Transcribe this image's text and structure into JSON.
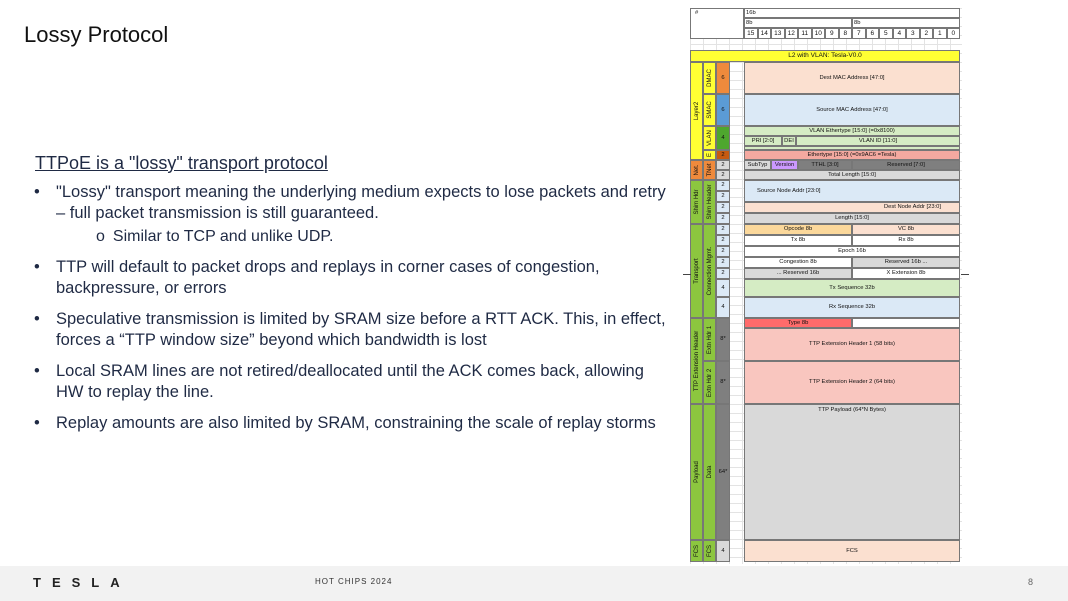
{
  "slide": {
    "title": "Lossy Protocol",
    "subtitle": "TTPoE is a \"lossy\" transport protocol",
    "bullets": [
      {
        "text": "\"Lossy\" transport meaning the underlying medium expects to lose packets and retry – full packet transmission is still guaranteed."
      },
      {
        "text": "TTP will default to packet drops and replays in corner cases of congestion, backpressure, or errors"
      },
      {
        "text": "Speculative transmission is limited by SRAM size before a RTT ACK. This, in effect, forces a “TTP window size” beyond which bandwidth is lost"
      },
      {
        "text": "Local SRAM lines are not retired/deallocated until the ACK comes back, allowing HW to replay the line."
      },
      {
        "text": "Replay amounts are also limited by SRAM, constraining the scale of replay storms"
      }
    ],
    "sub_bullet": "Similar to TCP and unlike UDP.",
    "bullet_glyph": "•",
    "sub_glyph": "o"
  },
  "footer": {
    "brand": "TESLA",
    "conference": "HOT CHIPS 2024",
    "page": "8"
  },
  "diagram": {
    "hash": "#",
    "width_16b": "16b",
    "width_8b_left": "8b",
    "width_8b_right": "8b",
    "bits": [
      "15",
      "14",
      "13",
      "12",
      "11",
      "10",
      "9",
      "8",
      "7",
      "6",
      "5",
      "4",
      "3",
      "2",
      "1",
      "0"
    ],
    "l2_banner": "L2 with VLAN: Tesla-V0.0",
    "groups": {
      "layer2": "Layer2",
      "dmac": "DMAC",
      "smac": "SMAC",
      "vlan": "VLAN",
      "e": "E",
      "net": "Net.",
      "tnet": "TNet",
      "shim_hdr": "Shim Hdr",
      "shim_header": "Shim Header",
      "transport": "Transport",
      "conn_mgmt": "Connection Mgmt.",
      "ttp_ext_header": "TTP Extension Header",
      "ext_hdr_1": "Extn Hdr 1",
      "ext_hdr_2": "Extn Hdr 2",
      "payload": "Payload",
      "data": "Data",
      "fcs_outer": "FCS",
      "fcs_inner": "FCS"
    },
    "sizes": {
      "dmac": "6",
      "smac": "6",
      "vlan": "4",
      "two": "2",
      "four": "4",
      "ext": "8*",
      "data": "64*"
    },
    "fields": {
      "dest_mac": "Dest MAC Address [47:0]",
      "source_mac": "Source MAC Address [47:0]",
      "vlan_ethertype": "VLAN Ethertype [15:0] (=0x8100)",
      "pri": "PRI [2:0]",
      "dei": "DEI",
      "vlan_id": "VLAN ID [11:0]",
      "ethertype": "Ethertype [15:0] (=0x9AC6 =Tesla)",
      "subtyp": "SubTyp",
      "version": "Version",
      "tthl": "TTHL [3:0]",
      "reserved7": "Reserved [7:0]",
      "total_length": "Total Length [15:0]",
      "src_node": "Source Node Addr [23:0]",
      "dst_node": "Dest Node Addr [23:0]",
      "length": "Length [15:0]",
      "opcode": "Opcode 8b",
      "vc": "VC 8b",
      "tx8": "Tx 8b",
      "rx8": "Rx 8b",
      "epoch": "Epoch 16b",
      "congestion": "Congestion 8b",
      "reserved16a": "Reserved 16b ...",
      "reserved16b": "... Reserved 16b",
      "x_ext": "X Extension 8b",
      "tx_seq": "Tx Sequence 32b",
      "rx_seq": "Rx Sequence 32b",
      "type8": "Type 8b",
      "ext1": "TTP Extension Header 1 (58 bits)",
      "ext2": "TTP Extension Header 2 (64 bits)",
      "payload": "TTP Payload (64*N Bytes)",
      "fcs": "FCS"
    },
    "colors": {
      "yellow": "#ffff33",
      "green": "#8cc63f",
      "orange": "#ef8a3c",
      "blue": "#5b9bd5",
      "darkgreen": "#4ea72e",
      "peach": "#fbe0d0",
      "lightblue": "#dbe9f6",
      "lightgreen": "#d5ecc4",
      "salmon": "#f4a9a0",
      "gray": "#d9d9d9",
      "darkgray": "#7f7f7f",
      "purple": "#cc99ff",
      "red": "#ff6b6b",
      "brown": "#c55a11"
    }
  }
}
